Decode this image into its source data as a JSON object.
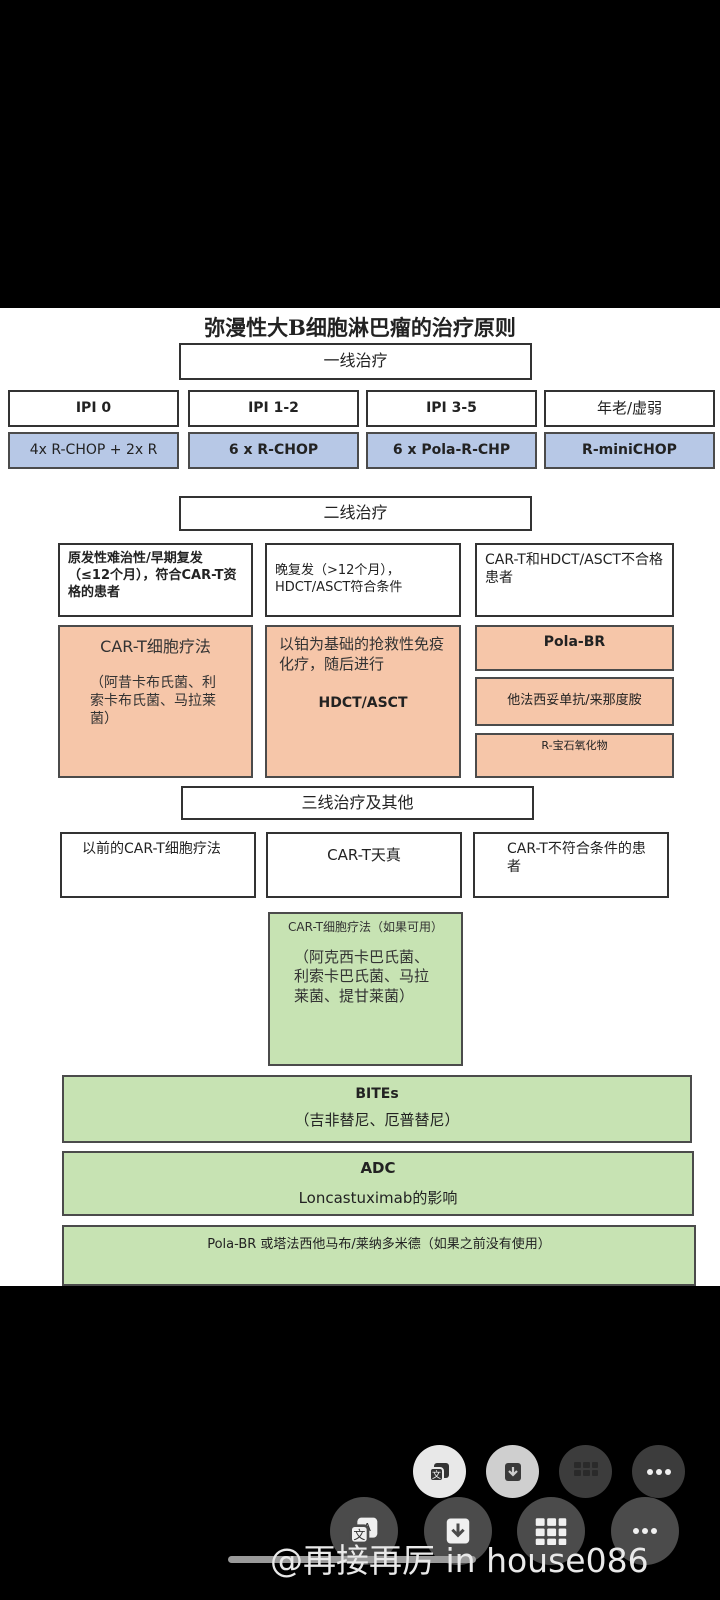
{
  "title": "弥漫性大B细胞淋巴瘤的治疗原则",
  "first_line": {
    "header": "一线治疗",
    "groups": [
      "IPI 0",
      "IPI 1-2",
      "IPI 3-5",
      "年老/虚弱"
    ],
    "regimens": [
      "4x R-CHOP + 2x R",
      "6 x R-CHOP",
      "6 x Pola-R-CHP",
      "R-miniCHOP"
    ]
  },
  "second_line": {
    "header": "二线治疗",
    "groups": [
      "原发性难治性/早期复发（≤12个月），符合CAR-T资格的患者",
      "晚复发（>12个月），HDCT/ASCT符合条件",
      "CAR-T和HDCT/ASCT不合格患者"
    ],
    "car_t": {
      "title": "CAR-T细胞疗法",
      "detail": "（阿昔卡布氏菌、利索卡布氏菌、马拉莱菌）"
    },
    "salvage": {
      "text": "以铂为基础的抢救性免疫化疗，随后进行",
      "bold": "HDCT/ASCT"
    },
    "ineligible": [
      "Pola-BR",
      "他法西妥单抗/来那度胺",
      "R-宝石氧化物"
    ]
  },
  "third_line": {
    "header": "三线治疗及其他",
    "groups": [
      "以前的CAR-T细胞疗法",
      "CAR-T天真",
      "CAR-T不符合条件的患者"
    ],
    "car_t": {
      "title": "CAR-T细胞疗法（如果可用）",
      "detail": "（阿克西卡巴氏菌、利索卡巴氏菌、马拉莱菌、提甘莱菌）"
    },
    "bites": {
      "title": "BITEs",
      "detail": "（吉非替尼、厄普替尼）"
    },
    "adc": {
      "title": "ADC",
      "detail": "Loncastuximab的影响"
    },
    "other": "Pola-BR 或塔法西他马布/莱纳多米德（如果之前没有使用）"
  },
  "watermark": "@再接再厉 in house086",
  "icons": [
    "translate-icon",
    "download-icon",
    "grid-icon",
    "more-icon"
  ]
}
